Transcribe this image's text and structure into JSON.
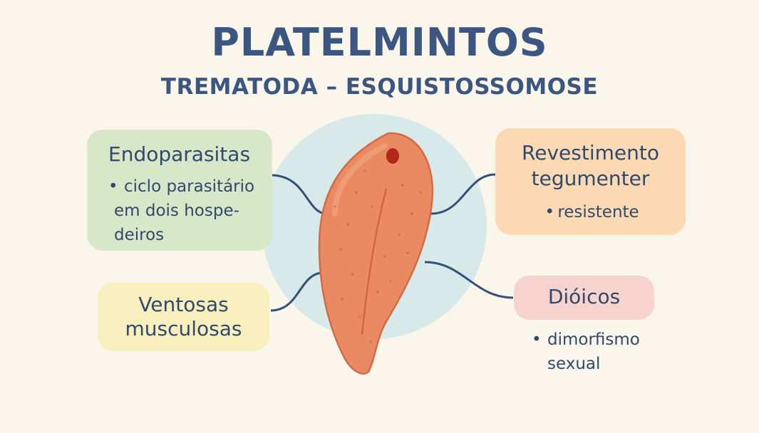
{
  "title": "PLATELMINTOS",
  "subtitle": "TREMATODA – ESQUISTOSSOMOSE",
  "boxes": {
    "endoparasitas": {
      "title": "Endoparasitas",
      "bullet": [
        "ciclo parasitário",
        "em dois hospe-",
        "deiros"
      ]
    },
    "ventosas": {
      "title_lines": [
        "Ventosas",
        "musculosas"
      ]
    },
    "revestimento": {
      "title_lines": [
        "Revestimento",
        "tegumenter"
      ],
      "bullet": "resistente"
    },
    "dioicos": {
      "title": "Dióicos",
      "bullet": [
        "dimorfismo",
        "sexual"
      ]
    }
  },
  "bullet_char": "•",
  "colors": {
    "background": "#fbf6ec",
    "text": "#2f4a6e",
    "green_box": "#d8e7c8",
    "yellow_box": "#f8efbd",
    "orange_box": "#fbd9b2",
    "pink_box": "#f6d3cc",
    "worm": "#ea8a62",
    "circle": "#d6e8ea"
  }
}
